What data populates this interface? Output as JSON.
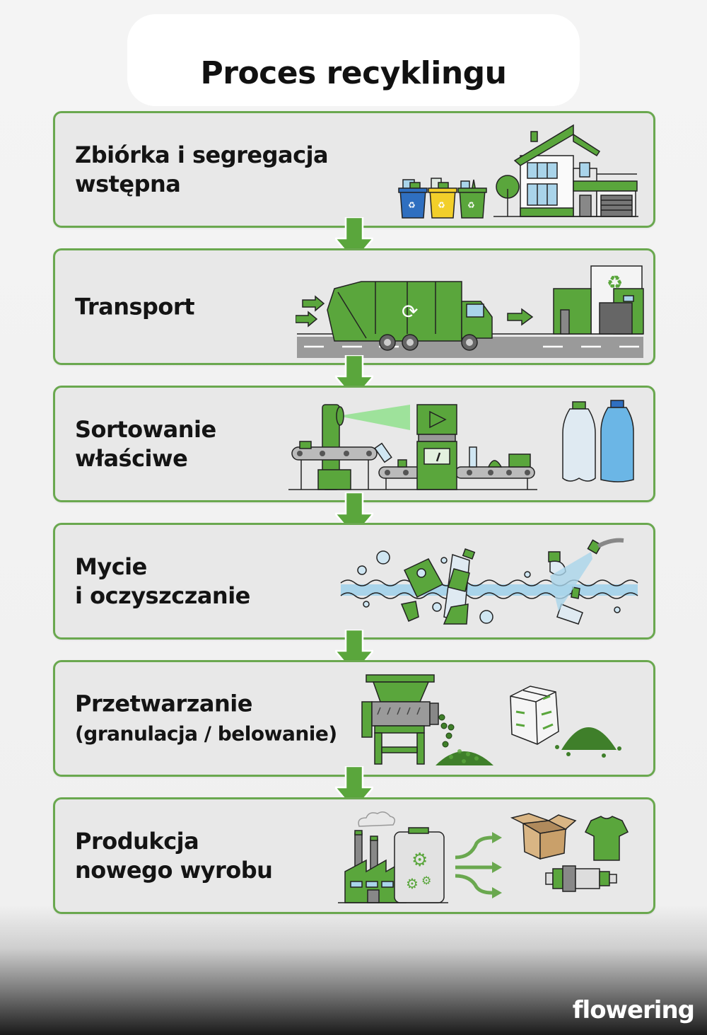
{
  "title": "Proces recyklingu",
  "colors": {
    "accent_green": "#6aa84f",
    "dark_green": "#3f7f2a",
    "card_bg": "#e8e8e8",
    "text": "#141414",
    "bin_blue": "#2f6fc0",
    "bin_yellow": "#f2cf2a",
    "bin_green": "#5aa63c"
  },
  "steps": [
    {
      "id": 1,
      "label_line1": "Zbiórka i segregacja",
      "label_line2": "wstępna",
      "illustration": [
        "recycling-bins-icon",
        "house-icon",
        "tree-icon"
      ]
    },
    {
      "id": 2,
      "label_line1": "Transport",
      "label_line2": "",
      "illustration": [
        "garbage-truck-icon",
        "road-icon",
        "recycling-facility-icon",
        "arrow-right-icon"
      ]
    },
    {
      "id": 3,
      "label_line1": "Sortowanie",
      "label_line2": "właściwe",
      "illustration": [
        "optical-scanner-icon",
        "conveyor-belt-icon",
        "sorting-machine-icon",
        "plastic-bottles-icon"
      ]
    },
    {
      "id": 4,
      "label_line1": "Mycie",
      "label_line2": "i oczyszczanie",
      "illustration": [
        "water-waves-icon",
        "floating-bottle-icon",
        "bubbles-icon",
        "hose-spray-icon"
      ]
    },
    {
      "id": 5,
      "label_line1": "Przetwarzanie",
      "label_line2": "(granulacja / belowanie)",
      "illustration": [
        "shredder-machine-icon",
        "pellets-pile-icon",
        "bales-icon"
      ]
    },
    {
      "id": 6,
      "label_line1": "Produkcja",
      "label_line2": "nowego wyrobu",
      "illustration": [
        "factory-icon",
        "gears-icon",
        "cardboard-box-icon",
        "t-shirt-icon",
        "machine-part-icon"
      ]
    }
  ],
  "connector": "arrow-down-icon",
  "brand": "flowering"
}
